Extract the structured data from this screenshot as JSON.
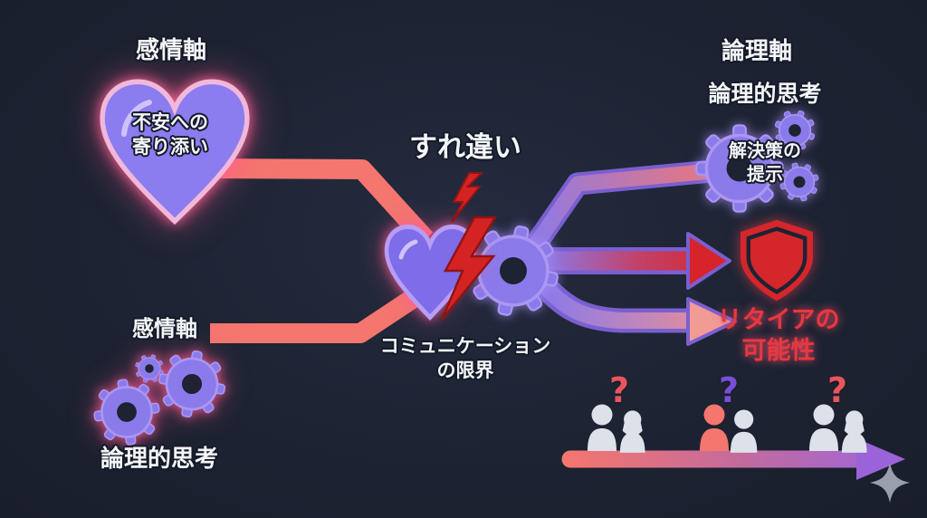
{
  "colors": {
    "background": "#1d2332",
    "salmon_line": "#f4766f",
    "purple_icon": "#8b7aea",
    "heart_fill": "#8b7cf0",
    "lightning_red": "#d42322",
    "shield_red": "#d4262b",
    "risk_text_red": "#e53940",
    "timeline_purple": "#9a63d8",
    "people_gray": "#dde2ea",
    "people_salmon": "#f4766f"
  },
  "emotion_top": {
    "axis_label": "感情軸",
    "heart_icon": "heart-icon",
    "heart_line1": "不安への",
    "heart_line2": "寄り添い"
  },
  "center": {
    "title": "すれ違い",
    "icons": [
      "heart-icon",
      "lightning-icon",
      "gear-icon"
    ],
    "caption_line1": "コミュニケーション",
    "caption_line2": "の限界"
  },
  "logic_top": {
    "axis_label": "論理軸",
    "thinking_label": "論理的思考",
    "gear_icons": "gears-icon",
    "gear_line1": "解決策の",
    "gear_line2": "提示"
  },
  "logic_bottom": {
    "axis_label": "感情軸",
    "gear_icons": "gears-icon",
    "thinking_label": "論理的思考"
  },
  "outcome": {
    "shield_icon": "shield-icon",
    "risk_line1": "リタイアの",
    "risk_line2": "可能性"
  },
  "timeline": {
    "arrow_icon": "timeline-arrow",
    "groups": [
      {
        "people_icon": "people-pair-icon",
        "question_mark": "?",
        "qm_color": "#e8555c"
      },
      {
        "people_icon": "people-pair-icon",
        "question_mark": "?",
        "qm_color": "#7a4fd8"
      },
      {
        "people_icon": "people-pair-icon",
        "question_mark": "?",
        "qm_color": "#e8555c"
      }
    ],
    "sparkle_icon": "sparkle-icon"
  }
}
